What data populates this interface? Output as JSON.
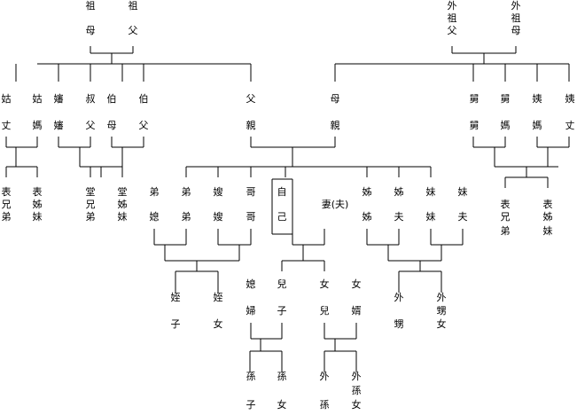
{
  "line_color": "#000000",
  "text_color": "#000000",
  "background": "#ffffff",
  "nodes": [
    {
      "id": "paternal-grandmother",
      "lines": [
        "祖",
        "母"
      ]
    },
    {
      "id": "paternal-grandfather",
      "lines": [
        "祖",
        "父"
      ]
    },
    {
      "id": "maternal-grandfather",
      "lines": [
        "外",
        "祖",
        "父"
      ]
    },
    {
      "id": "maternal-grandmother",
      "lines": [
        "外",
        "祖",
        "母"
      ]
    },
    {
      "id": "paternal-aunt-1",
      "lines": [
        "姑",
        "丈"
      ]
    },
    {
      "id": "paternal-aunt-2",
      "lines": [
        "姑",
        "媽"
      ]
    },
    {
      "id": "uncle-wife",
      "lines": [
        "嬸",
        "嬸"
      ]
    },
    {
      "id": "younger-uncle",
      "lines": [
        "叔",
        "父"
      ]
    },
    {
      "id": "older-uncle-wife",
      "lines": [
        "伯",
        "母"
      ]
    },
    {
      "id": "older-uncle",
      "lines": [
        "伯",
        "父"
      ]
    },
    {
      "id": "father",
      "lines": [
        "父",
        "親"
      ]
    },
    {
      "id": "mother",
      "lines": [
        "母",
        "親"
      ]
    },
    {
      "id": "maternal-uncle-1",
      "lines": [
        "舅",
        "舅"
      ]
    },
    {
      "id": "maternal-uncle-2",
      "lines": [
        "舅",
        "媽"
      ]
    },
    {
      "id": "maternal-aunt-1",
      "lines": [
        "姨",
        "媽"
      ]
    },
    {
      "id": "maternal-aunt-2",
      "lines": [
        "姨",
        "丈"
      ]
    },
    {
      "id": "paternal-cousin-1",
      "lines": [
        "表",
        "兄",
        "弟"
      ]
    },
    {
      "id": "paternal-cousin-2",
      "lines": [
        "表",
        "姊",
        "妹"
      ]
    },
    {
      "id": "tang-cousin-1",
      "lines": [
        "堂",
        "兄",
        "弟"
      ]
    },
    {
      "id": "tang-cousin-2",
      "lines": [
        "堂",
        "姊",
        "妹"
      ]
    },
    {
      "id": "younger-brother-wife",
      "lines": [
        "弟",
        "媳"
      ]
    },
    {
      "id": "younger-brother",
      "lines": [
        "弟",
        "弟"
      ]
    },
    {
      "id": "older-brother-wife",
      "lines": [
        "嫂",
        "嫂"
      ]
    },
    {
      "id": "older-brother",
      "lines": [
        "哥",
        "哥"
      ]
    },
    {
      "id": "self",
      "lines": [
        "自",
        "己"
      ]
    },
    {
      "id": "spouse",
      "lines": [
        "妻(夫)"
      ]
    },
    {
      "id": "older-sister",
      "lines": [
        "姊",
        "姊"
      ]
    },
    {
      "id": "older-sister-husband",
      "lines": [
        "姊",
        "夫"
      ]
    },
    {
      "id": "younger-sister",
      "lines": [
        "妹",
        "妹"
      ]
    },
    {
      "id": "younger-sister-husband",
      "lines": [
        "妹",
        "夫"
      ]
    },
    {
      "id": "maternal-cousin-1",
      "lines": [
        "表",
        "兄",
        "弟"
      ]
    },
    {
      "id": "maternal-cousin-2",
      "lines": [
        "表",
        "姊",
        "妹"
      ]
    },
    {
      "id": "nephew",
      "lines": [
        "姪",
        "子"
      ]
    },
    {
      "id": "niece",
      "lines": [
        "姪",
        "女"
      ]
    },
    {
      "id": "daughter-in-law",
      "lines": [
        "媳",
        "婦"
      ]
    },
    {
      "id": "son",
      "lines": [
        "兒",
        "子"
      ]
    },
    {
      "id": "daughter",
      "lines": [
        "女",
        "兒"
      ]
    },
    {
      "id": "son-in-law",
      "lines": [
        "女",
        "婿"
      ]
    },
    {
      "id": "sister-son",
      "lines": [
        "外",
        "甥"
      ]
    },
    {
      "id": "sister-daughter",
      "lines": [
        "外",
        "甥",
        "女"
      ]
    },
    {
      "id": "grandson",
      "lines": [
        "孫",
        "子"
      ]
    },
    {
      "id": "granddaughter",
      "lines": [
        "孫",
        "女"
      ]
    },
    {
      "id": "daughter-grandson",
      "lines": [
        "外",
        "孫"
      ]
    },
    {
      "id": "daughter-granddaughter",
      "lines": [
        "外",
        "孫",
        "女"
      ]
    }
  ]
}
